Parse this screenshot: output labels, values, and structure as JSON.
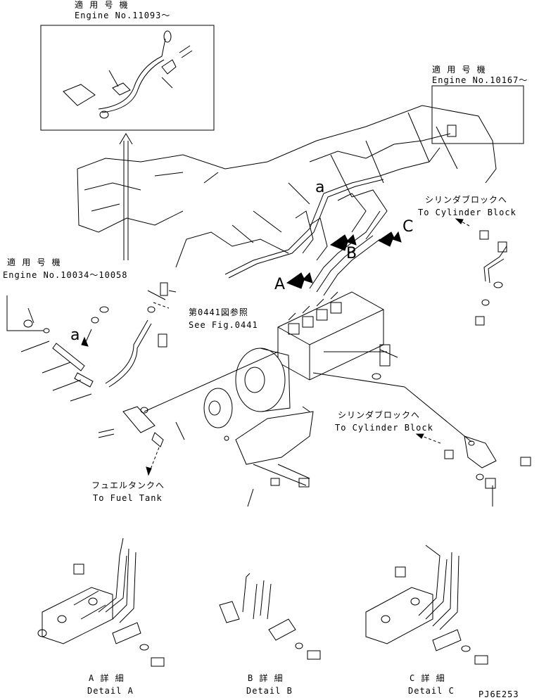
{
  "labels": {
    "applicable_engines_top": "適 用 号 機",
    "engine_top": "Engine No.11093～",
    "applicable_engines_right": "適 用 号 機",
    "engine_right": "Engine No.10167～",
    "applicable_engines_left": "適 用 号 機",
    "engine_left": "Engine No.10034～10058",
    "ref_jp": "第0441図参照",
    "ref_en": "See Fig.0441",
    "cyl_block_jp_1": "シリンダブロックへ",
    "cyl_block_en_1": "To Cylinder Block",
    "cyl_block_jp_2": "シリンダブロックへ",
    "cyl_block_en_2": "To Cylinder Block",
    "fuel_tank_jp": "フュエルタンクへ",
    "fuel_tank_en": "To Fuel Tank",
    "callout_a1": "a",
    "callout_a2": "a",
    "callout_A": "A",
    "callout_B": "B",
    "callout_C": "C",
    "detail_a_jp": "A 詳 細",
    "detail_a_en": "Detail A",
    "detail_b_jp": "B 詳 細",
    "detail_b_en": "Detail B",
    "detail_c_jp": "C 詳 細",
    "detail_c_en": "Detail C",
    "drawing_code": "PJ6E253"
  }
}
